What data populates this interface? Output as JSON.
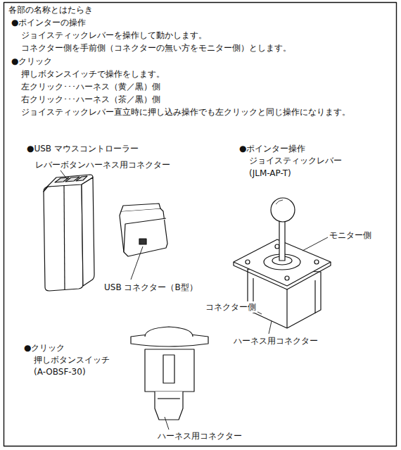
{
  "diagram": {
    "title": "各部の名称とはたらき",
    "labels": [
      "●ポインターの操作",
      "ジョイスティックレバーを操作して動かします。",
      "コネクター側を手前側（コネクターの無い方をモニター側）とします。",
      "●クリック",
      "押しボタンスイッチで操作をします。",
      "左クリック･･･ハーネス（黄／黒）側",
      "右クリック･･･ハーネス（茶／黒）側",
      "ジョイスティックレバー直立時に押し込み操作でも左クリックと同じ操作になります。",
      "●USB マウスコントローラー",
      "レバーボタンハーネス用コネクター",
      "USB コネクター（B型）",
      "●ポインター操作",
      "ジョイスティックレバー",
      "(JLM-AP-T)",
      "モニター側",
      "コネクター側",
      "ハーネス用コネクター",
      "●クリック",
      "押しボタンスイッチ",
      "(A-OBSF-30)",
      "ハーネス用コネクター"
    ]
  }
}
